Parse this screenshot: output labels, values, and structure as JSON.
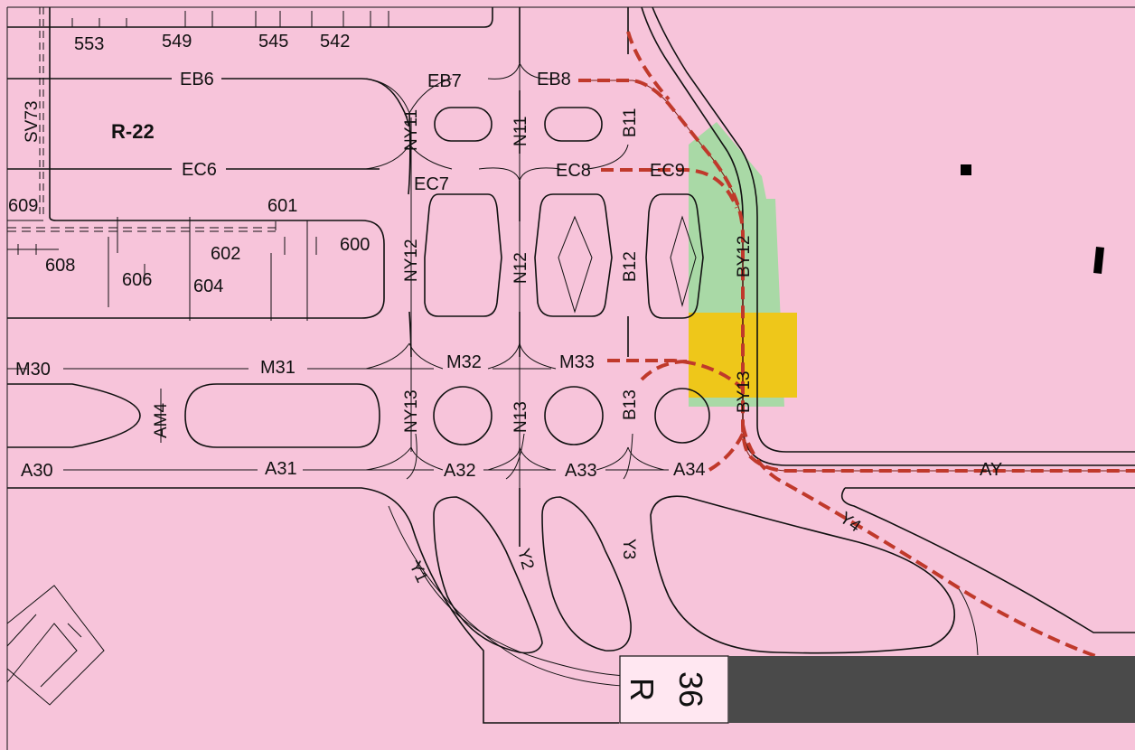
{
  "colors": {
    "background": "#f7c4da",
    "route": "#c0392b",
    "green_zone": "#a9d9a6",
    "yellow_zone": "#eec71a",
    "runway": "#4a4a4a"
  },
  "area_label": "R-22",
  "runway": {
    "number": "36",
    "side": "R"
  },
  "taxiways": {
    "SV73": "SV73",
    "EB6": "EB6",
    "EB7": "EB7",
    "EB8": "EB8",
    "EC6": "EC6",
    "EC7": "EC7",
    "EC8": "EC8",
    "EC9": "EC9",
    "NY11": "NY11",
    "N11": "N11",
    "B11": "B11",
    "NY12": "NY12",
    "N12": "N12",
    "B12": "B12",
    "BY12": "BY12",
    "M30": "M30",
    "M31": "M31",
    "M32": "M32",
    "M33": "M33",
    "AM4": "AM4",
    "NY13": "NY13",
    "N13": "N13",
    "B13": "B13",
    "BY13": "BY13",
    "A30": "A30",
    "A31": "A31",
    "A32": "A32",
    "A33": "A33",
    "A34": "A34",
    "AY": "AY",
    "Y1": "Y1",
    "Y2": "Y2",
    "Y3": "Y3",
    "Y4": "Y4"
  },
  "stands": {
    "s553": "553",
    "s549": "549",
    "s545": "545",
    "s542": "542",
    "s609": "609",
    "s601": "601",
    "s600": "600",
    "s602": "602",
    "s608": "608",
    "s606": "606",
    "s604": "604"
  },
  "route_description": "Taxi route EB8 - B11 - EC9 - BY12 - BY13 - Y4 / AY"
}
